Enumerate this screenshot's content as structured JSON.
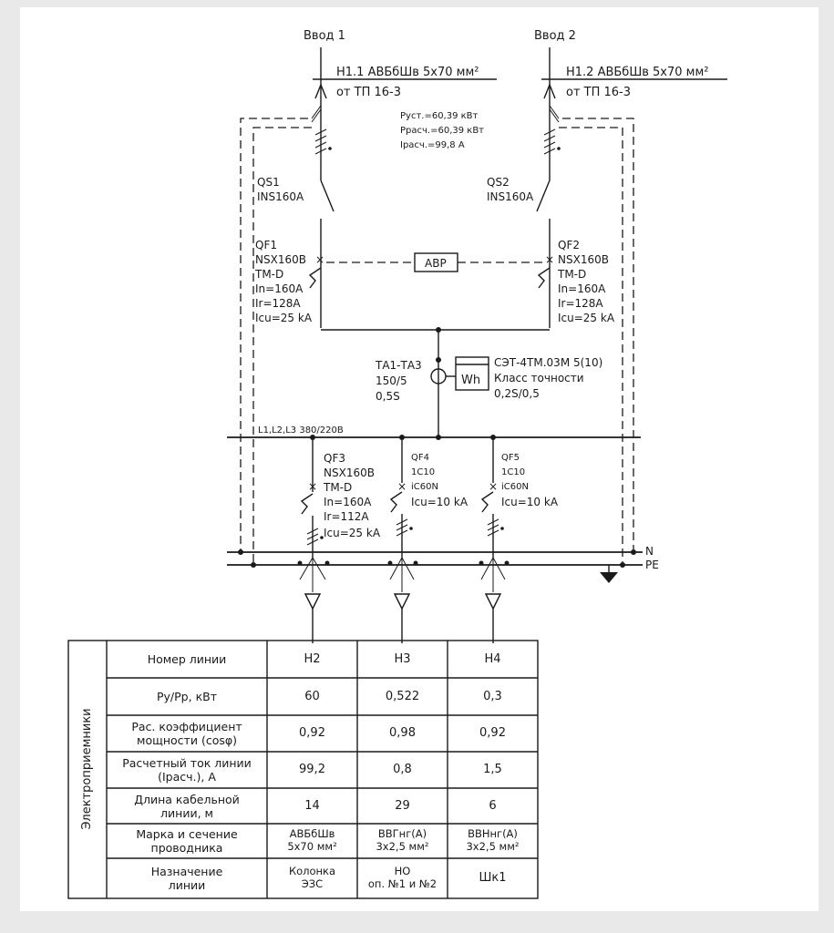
{
  "inputs": [
    {
      "title": "Ввод 1",
      "cable": "Н1.1 АВБбШв 5х70 мм²",
      "source": "от ТП 16-3"
    },
    {
      "title": "Ввод 2",
      "cable": "Н1.2 АВБбШв 5х70 мм²",
      "source": "от ТП 16-3"
    }
  ],
  "power": {
    "p_inst": "Руст.=60,39 кВт",
    "p_calc": "Ррасч.=60,39 кВт",
    "i_calc": "Iрасч.=99,8 А"
  },
  "switches": [
    {
      "name": "QS1",
      "type": "INS160A"
    },
    {
      "name": "QS2",
      "type": "INS160A"
    }
  ],
  "breakers_main": [
    {
      "lines": [
        "QF1",
        "NSX160B",
        "TM-D",
        "In=160A",
        "Ir=128A",
        "Icu=25 kA"
      ]
    },
    {
      "lines": [
        "QF2",
        "NSX160B",
        "TM-D",
        "In=160A",
        "Ir=128A",
        "Icu=25 kA"
      ]
    }
  ],
  "avr_label": "АВР",
  "ct": {
    "lines": [
      "ТА1-ТА3",
      "150/5",
      "0,5S"
    ]
  },
  "meter": {
    "symbol": "Wh",
    "lines": [
      "СЭТ-4ТМ.03М 5(10)",
      "Класс точности",
      "0,2S/0,5"
    ]
  },
  "bus_label": "L1,L2,L3 380/220В",
  "breakers_out": [
    {
      "lines": [
        "QF3",
        "NSX160B",
        "TM-D",
        "In=160A",
        "Ir=112A",
        "Icu=25 kA"
      ]
    },
    {
      "lines": [
        "QF4",
        "1С10",
        "iC60N",
        "Icu=10 kA"
      ]
    },
    {
      "lines": [
        "QF5",
        "1С10",
        "iC60N",
        "Icu=10 kA"
      ]
    }
  ],
  "n_label": "N",
  "pe_label": "PE",
  "table": {
    "side_label": "Электроприемники",
    "rows": [
      {
        "label": [
          "Номер линии"
        ],
        "cells": [
          [
            "Н2"
          ],
          [
            "Н3"
          ],
          [
            "Н4"
          ]
        ]
      },
      {
        "label": [
          "Ру/Рр, кВт"
        ],
        "cells": [
          [
            "60"
          ],
          [
            "0,522"
          ],
          [
            "0,3"
          ]
        ]
      },
      {
        "label": [
          "Рас. коэффициент",
          "мощности (cosφ)"
        ],
        "cells": [
          [
            "0,92"
          ],
          [
            "0,98"
          ],
          [
            "0,92"
          ]
        ]
      },
      {
        "label": [
          "Расчетный ток линии",
          "(Iрасч.), А"
        ],
        "cells": [
          [
            "99,2"
          ],
          [
            "0,8"
          ],
          [
            "1,5"
          ]
        ]
      },
      {
        "label": [
          "Длина кабельной",
          "линии, м"
        ],
        "cells": [
          [
            "14"
          ],
          [
            "29"
          ],
          [
            "6"
          ]
        ]
      },
      {
        "label": [
          "Марка и сечение",
          "проводника"
        ],
        "cells": [
          [
            "АВБбШв",
            "5х70 мм²"
          ],
          [
            "ВВГнг(А)",
            "3х2,5 мм²"
          ],
          [
            "ВВНнг(А)",
            "3х2,5 мм²"
          ]
        ]
      },
      {
        "label": [
          "Назначение",
          "линии"
        ],
        "cells": [
          [
            "Колонка",
            "ЭЗС"
          ],
          [
            "НО",
            "оп. №1 и №2"
          ],
          [
            "Шк1"
          ]
        ]
      }
    ]
  }
}
